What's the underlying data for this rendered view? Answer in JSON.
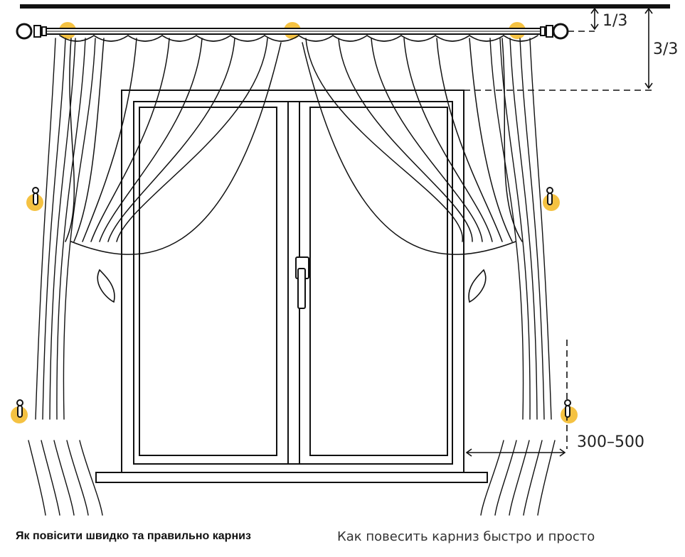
{
  "dimensions": {
    "top_fraction": "1/3",
    "full_fraction": "3/3",
    "side_distance": "300–500"
  },
  "captions": {
    "ukrainian": "Як повісити швидко та правильно карниз",
    "russian": "Как повесить карниз быстро и просто"
  },
  "colors": {
    "line": "#111111",
    "marker": "#f5c242"
  },
  "icons": {
    "hook": "hook-icon",
    "finial": "finial-icon"
  }
}
